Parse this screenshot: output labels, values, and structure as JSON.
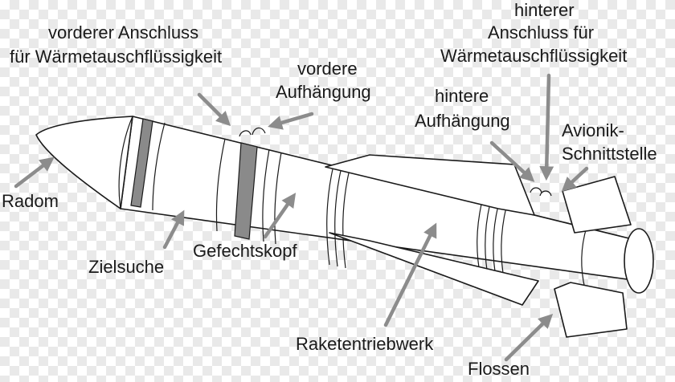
{
  "labels": {
    "radom": "Radom",
    "zielsuche": "Zielsuche",
    "gefechtskopf": "Gefechtskopf",
    "vorderer_anschluss_1": "vorderer Anschluss",
    "vorderer_anschluss_2": "für Wärmetauschflüssigkeit",
    "vordere_aufhaengung_1": "vordere",
    "vordere_aufhaengung_2": "Aufhängung",
    "hintere_aufhaengung_1": "hintere",
    "hintere_aufhaengung_2": "Aufhängung",
    "hinterer_anschluss_1": "hinterer",
    "hinterer_anschluss_2": "Anschluss für",
    "hinterer_anschluss_3": "Wärmetauschflüssigkeit",
    "avionik_1": "Avionik-",
    "avionik_2": "Schnittstelle",
    "raketentriebwerk": "Raketentriebwerk",
    "flossen": "Flossen"
  },
  "colors": {
    "outline": "#1a1a1a",
    "arrow": "#8c8c8c",
    "band": "#8a8a8a",
    "checker": "#e9e9e9"
  }
}
